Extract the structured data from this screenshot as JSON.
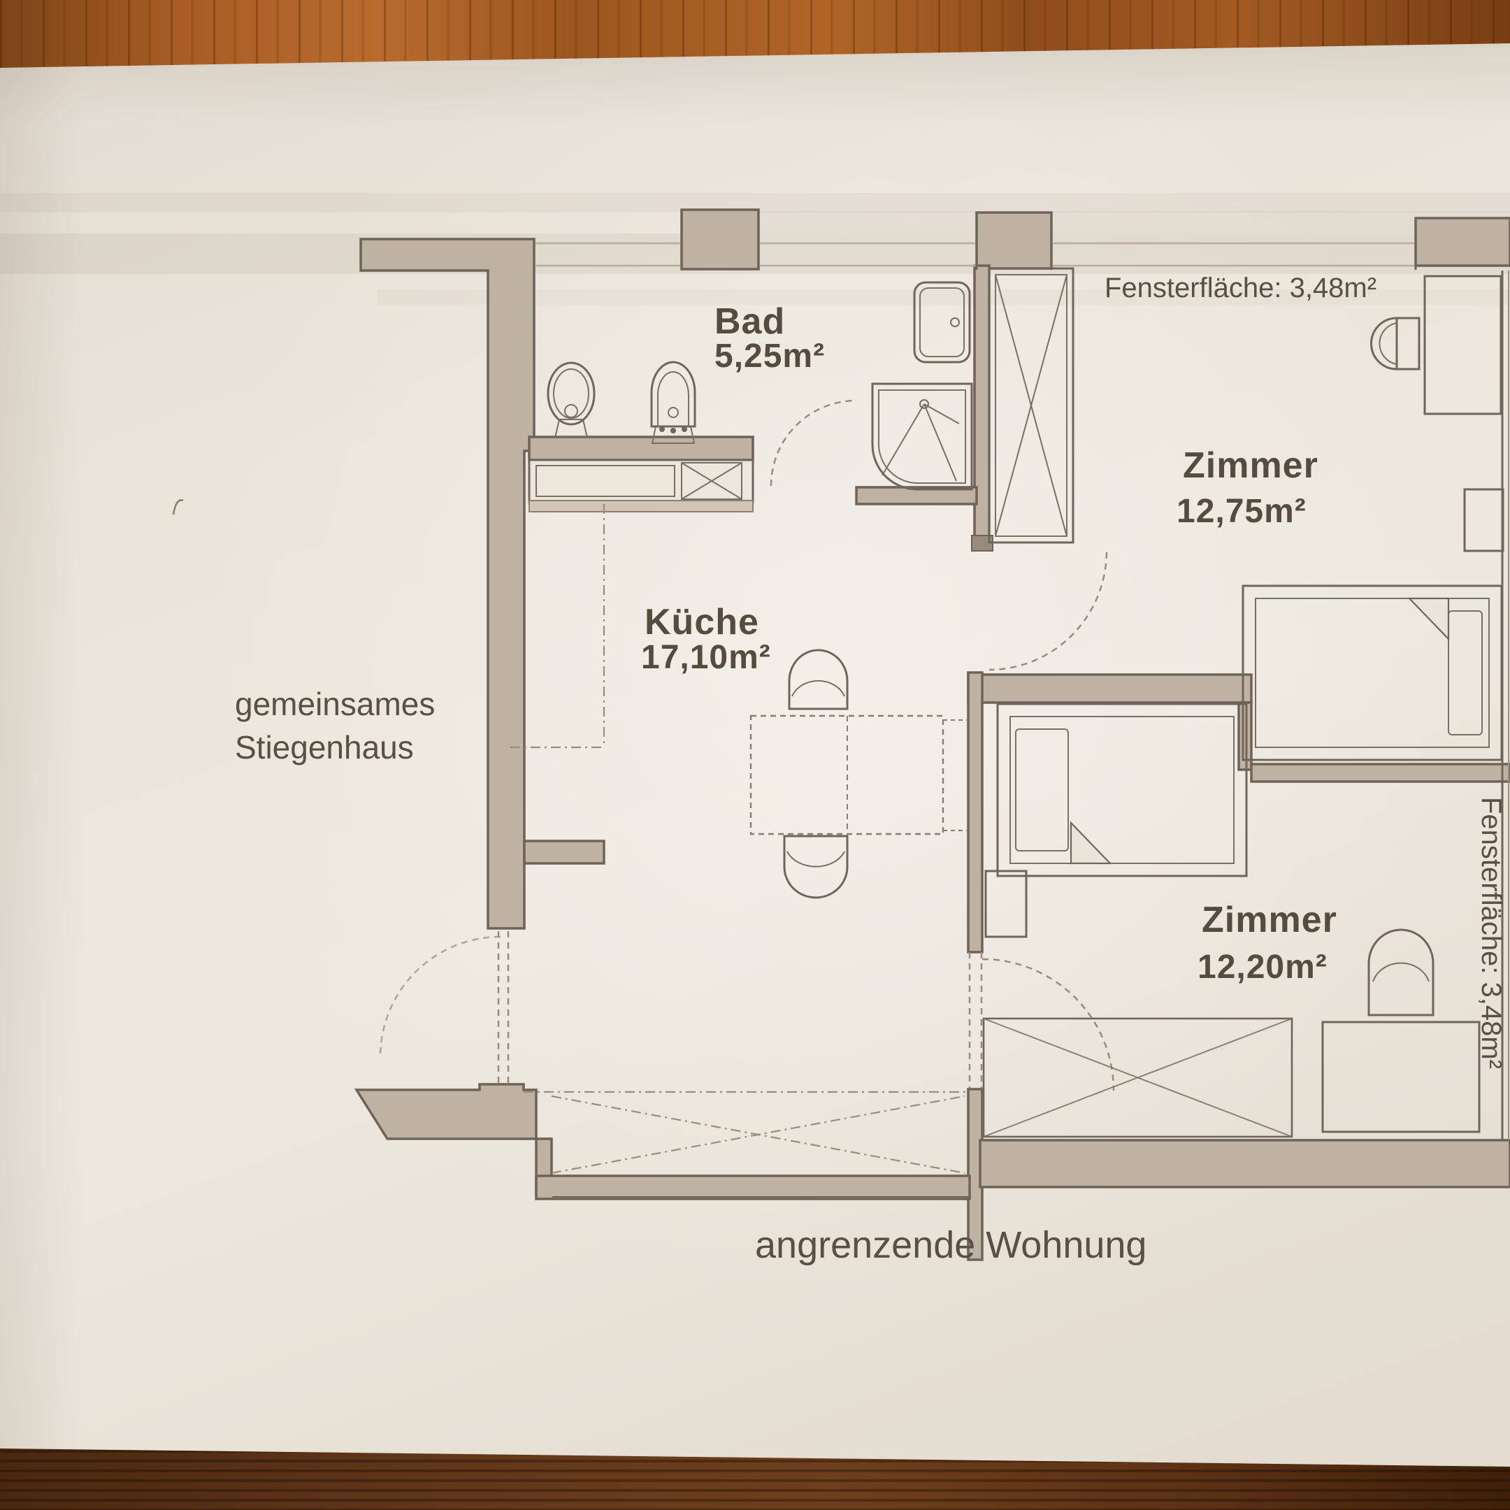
{
  "rooms": {
    "bad": {
      "name": "Bad",
      "area": "5,25m²"
    },
    "kueche": {
      "name": "Küche",
      "area": "17,10m²"
    },
    "zimmer_oben": {
      "name": "Zimmer",
      "area": "12,75m²"
    },
    "zimmer_unten": {
      "name": "Zimmer",
      "area": "12,20m²"
    }
  },
  "annotations": {
    "fenster_oben": "Fensterfläche: 3,48m²",
    "fenster_rechts": "Fensterfläche: 3,48m²",
    "stiegenhaus_zeile1": "gemeinsames",
    "stiegenhaus_zeile2": "Stiegenhaus",
    "nachbar": "angrenzende Wohnung"
  },
  "colors": {
    "paper": "#eae4da",
    "ink": "#564b3f",
    "wall_fill": "#beb2a3",
    "wood_top": "#a85d24",
    "wood_bottom": "#5b3115"
  }
}
